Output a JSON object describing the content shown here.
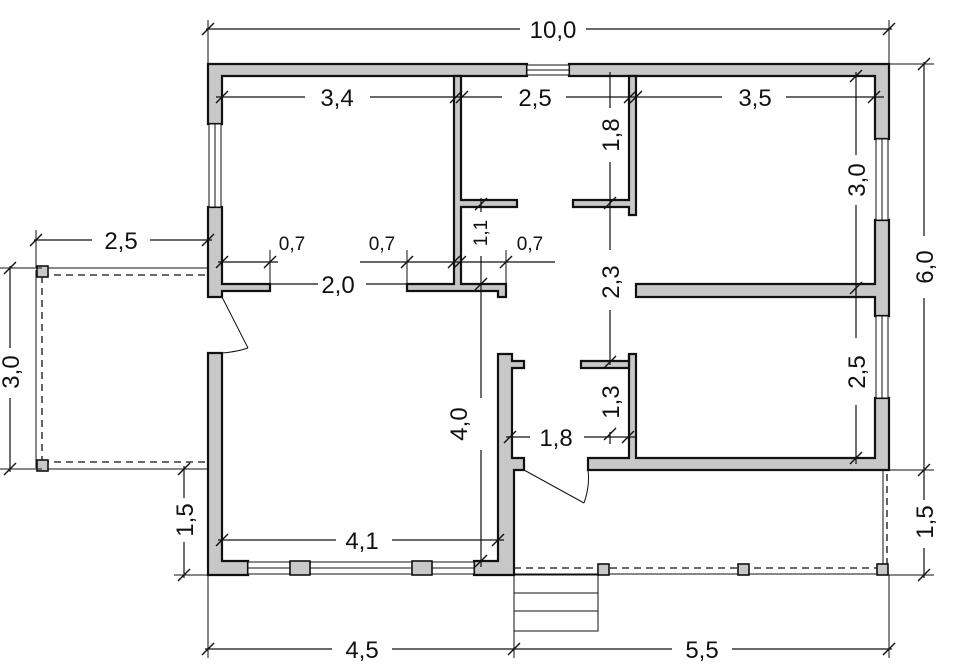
{
  "plan": {
    "overall_width": "10,0",
    "overall_depth": "6,0",
    "width_left": "4,5",
    "width_right": "5,5",
    "room_left_width": "3,4",
    "corridor_width": "2,5",
    "room_right_width": "3,5",
    "top_right_room_depth": "3,0",
    "mid_right_room_depth": "2,5",
    "room_top_depth": "1,8",
    "hall_depth": "2,3",
    "bottom_room_depth": "1,3",
    "small_room_depth": "1,1",
    "closet_width": "2,0",
    "opening_a": "0,7",
    "opening_b": "0,7",
    "opening_c": "0,7",
    "veranda_width": "2,5",
    "veranda_depth": "3,0",
    "entry_offset": "1,5",
    "living_depth": "4,0",
    "living_width": "4,1",
    "vestibule_width": "1,8",
    "terrace_depth": "1,5"
  }
}
